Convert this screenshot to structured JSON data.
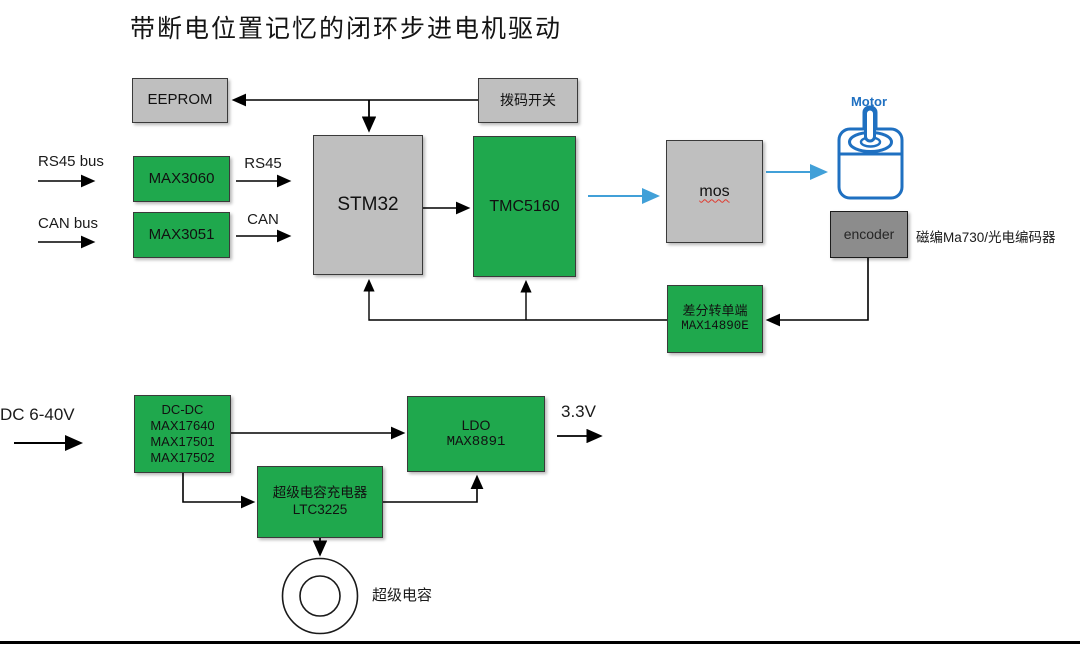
{
  "title": "带断电位置记忆的闭环步进电机驱动",
  "colors": {
    "block_green": "#1fa84d",
    "block_gray": "#bfbfbf",
    "encoder_gray": "#8c8c8c",
    "signal_blue": "#41a0d8",
    "motor_blue": "#1f70c1",
    "spellcheck_red": "#e03a2f"
  },
  "blocks": {
    "eeprom": {
      "label": "EEPROM"
    },
    "dip_switch": {
      "label": "拨码开关"
    },
    "max3060": {
      "label": "MAX3060"
    },
    "max3051": {
      "label": "MAX3051"
    },
    "stm32": {
      "label": "STM32"
    },
    "tmc5160": {
      "label": "TMC5160"
    },
    "mos": {
      "label": "mos"
    },
    "encoder": {
      "label": "encoder"
    },
    "diff_to_single": {
      "lines": [
        "差分转单端",
        "MAX14890E"
      ]
    },
    "dcdc": {
      "lines": [
        "DC-DC",
        "MAX17640",
        "MAX17501",
        "MAX17502"
      ]
    },
    "ldo": {
      "lines": [
        "LDO",
        "MAX8891"
      ]
    },
    "supercap_charger": {
      "lines": [
        "超级电容充电器",
        "LTC3225"
      ]
    }
  },
  "labels": {
    "rs45_bus": "RS45 bus",
    "can_bus": "CAN bus",
    "rs45": "RS45",
    "can": "CAN",
    "motor": "Motor",
    "encoder_note": "磁编Ma730/光电编码器",
    "dc_input": "DC 6-40V",
    "v33": "3.3V",
    "supercap": "超级电容"
  }
}
